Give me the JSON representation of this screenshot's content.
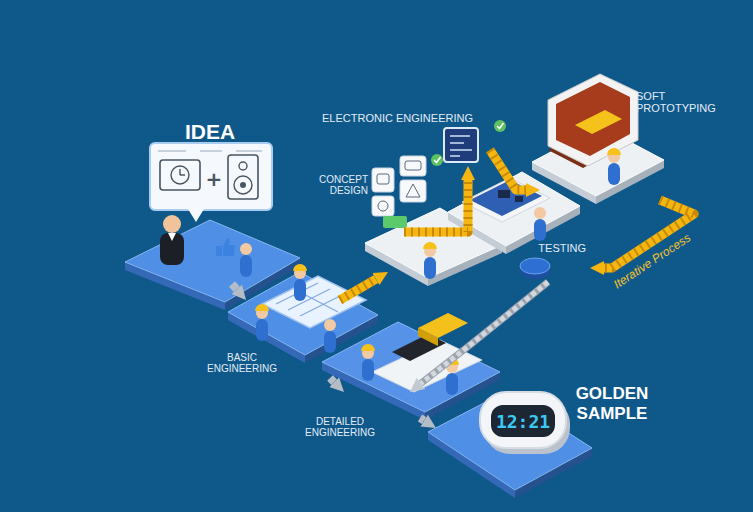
{
  "diagram": {
    "nodes": [
      {
        "text": [
          "IDEA"
        ]
      },
      {
        "text": [
          "BASIC ENGINEERING"
        ]
      },
      {
        "text": [
          "CONCEPT DESIGN"
        ]
      },
      {
        "text": [
          "ELECTRONIC ENGINEERING"
        ]
      },
      {
        "text": [
          "SOFT PROTOTYPING"
        ]
      },
      {
        "text": [
          "TESTING"
        ]
      },
      {
        "text": [
          "DETAILED ENGINEERING"
        ]
      },
      {
        "text": [
          "GOLDEN SAMPLE"
        ]
      }
    ],
    "edges": [
      {
        "from": 0,
        "to": 1,
        "arrow": "to"
      },
      {
        "from": 1,
        "to": 2,
        "arrow": "to"
      },
      {
        "from": 2,
        "to": 3,
        "arrow": "to"
      },
      {
        "from": 3,
        "to": 4,
        "arrow": "to"
      },
      {
        "from": 4,
        "to": 5,
        "label": "Iterative Process",
        "arrow": "to"
      },
      {
        "from": 5,
        "to": 6,
        "arrow": "to"
      },
      {
        "from": 1,
        "to": 6,
        "arrow": "to"
      },
      {
        "from": 6,
        "to": 7,
        "arrow": "to"
      }
    ],
    "labels": [
      "+",
      "12:21"
    ]
  }
}
